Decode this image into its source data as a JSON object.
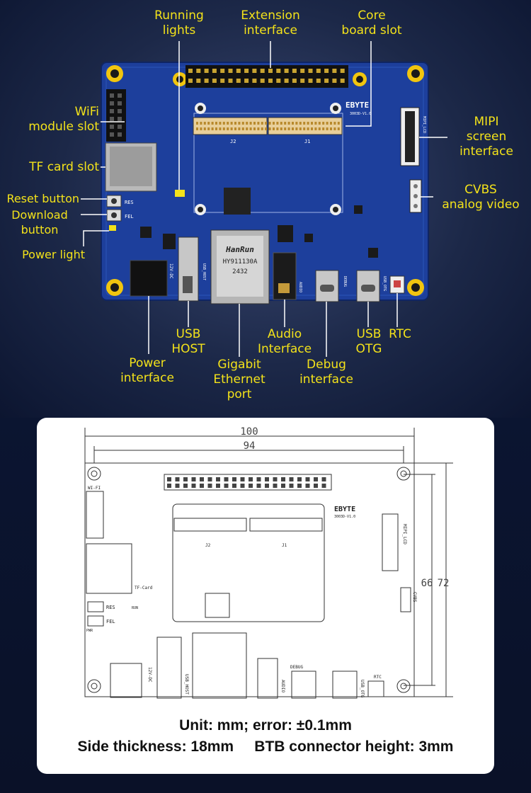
{
  "labels": {
    "running_lights": "Running\nlights",
    "extension_interface": "Extension\ninterface",
    "core_board_slot": "Core\nboard slot",
    "wifi_module_slot": "WiFi\nmodule slot",
    "mipi_screen_interface": "MIPI\nscreen\ninterface",
    "tf_card_slot": "TF card slot",
    "cvbs_analog_video": "CVBS\nanalog video",
    "reset_button": "Reset button",
    "download_button": "Download\nbutton",
    "power_light": "Power light",
    "usb_host": "USB\nHOST",
    "audio_interface": "Audio\nInterface",
    "usb_otg": "USB\nOTG",
    "rtc": "RTC",
    "power_interface": "Power\ninterface",
    "gigabit_ethernet_port": "Gigabit\nEthernet\nport",
    "debug_interface": "Debug\ninterface"
  },
  "board_text": {
    "brand": "EBYTE",
    "model": "3003D-V1.0",
    "eth_brand": "HanRun",
    "eth_part": "HY911130A",
    "eth_code": "2432",
    "j2": "J2",
    "j1": "J1",
    "res": "RES",
    "fel": "FEL",
    "tf": "TF-Card",
    "wifi": "WI-FI",
    "usb_host": "USB_HOST",
    "dc": "12V-DC",
    "audio": "AUDIO",
    "debug": "DEBUG",
    "usb_otg": "USB_OTG",
    "rtc": "RTC",
    "mipi": "MIPI_LCD",
    "cvbs": "CVBS",
    "pwr": "PWR",
    "run": "RUN"
  },
  "dimensions": {
    "width_outer": "100",
    "width_inner": "94",
    "height_inner": "66",
    "height_outer": "72"
  },
  "notes": {
    "line1": "Unit: mm; error: ±0.1mm",
    "line2": "Side thickness: 18mm     BTB connector height: 3mm"
  },
  "colors": {
    "label": "#f3e21a",
    "pcb": "#1d3f9c",
    "mount_pad": "#f1c50f",
    "callout_line": "#ffffff"
  }
}
